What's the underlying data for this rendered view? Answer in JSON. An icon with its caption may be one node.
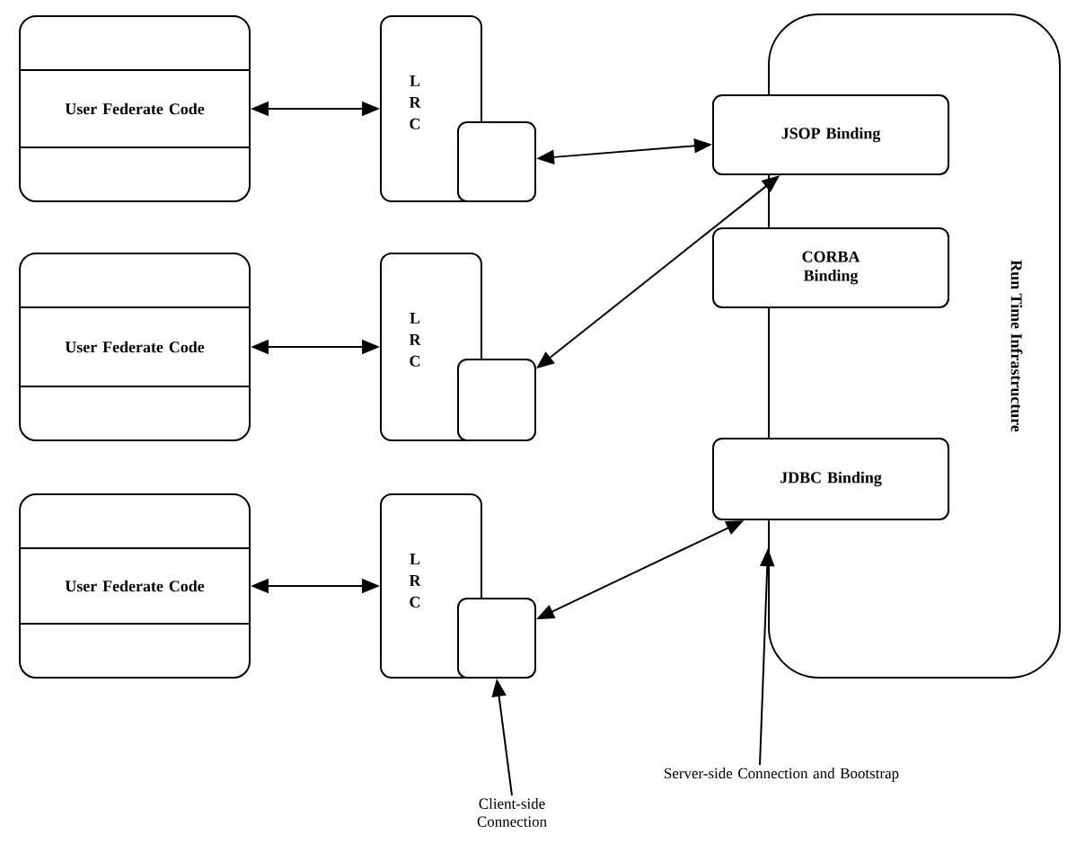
{
  "diagram": {
    "nodes": [
      {
        "text": [
          "User Federate Code"
        ]
      },
      {
        "text": [
          "L R C"
        ]
      },
      {
        "text": [],
        "shape": "box"
      },
      {
        "text": [
          "User Federate Code"
        ]
      },
      {
        "text": [
          "L R C"
        ]
      },
      {
        "text": [],
        "shape": "box"
      },
      {
        "text": [
          "User Federate Code"
        ]
      },
      {
        "text": [
          "L R C"
        ]
      },
      {
        "text": [],
        "shape": "box"
      },
      {
        "text": [
          "Run Time Infrastructure"
        ]
      },
      {
        "text": [
          "JSOP Binding"
        ]
      },
      {
        "text": [
          "CORBA Binding"
        ]
      },
      {
        "text": [
          "JDBC Binding"
        ]
      },
      {
        "text": [
          "Client-side Connection"
        ]
      },
      {
        "text": [
          "Server-side Connection and Bootstrap"
        ]
      }
    ],
    "edges": [
      {
        "from": 0,
        "to": 1,
        "arrow": "both"
      },
      {
        "from": 2,
        "to": 10,
        "arrow": "both"
      },
      {
        "from": 3,
        "to": 4,
        "arrow": "both"
      },
      {
        "from": 5,
        "to": 10,
        "arrow": "both"
      },
      {
        "from": 6,
        "to": 7,
        "arrow": "both"
      },
      {
        "from": 8,
        "to": 12,
        "arrow": "both"
      },
      {
        "from": 13,
        "to": 8,
        "arrow": "to"
      },
      {
        "from": 14,
        "to": 9,
        "arrow": "to"
      }
    ]
  }
}
